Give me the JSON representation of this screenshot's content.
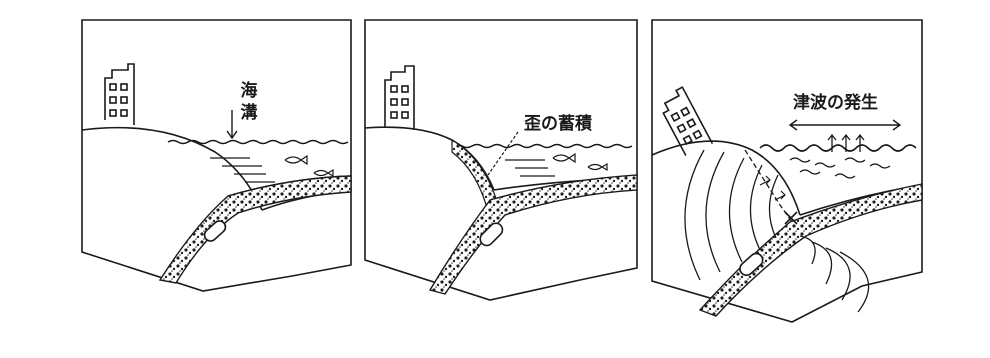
{
  "panels": [
    {
      "label_lines": [
        "海",
        "溝"
      ]
    },
    {
      "label_lines": [
        "歪の蓄積"
      ]
    },
    {
      "label_lines": [
        "津波の発生"
      ]
    }
  ],
  "colors": {
    "ink": "#1a1a1a",
    "paper": "#ffffff"
  }
}
